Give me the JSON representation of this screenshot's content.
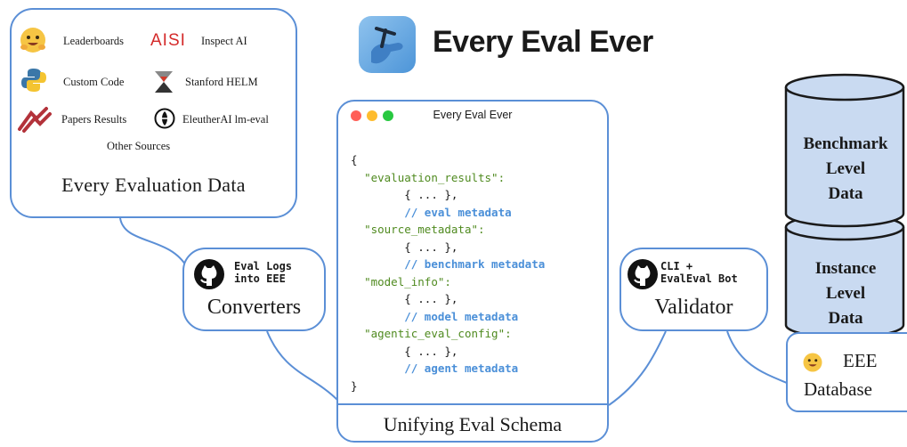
{
  "title": "Every Eval Ever",
  "sources": {
    "items": [
      "Leaderboards",
      "AISI",
      "Inspect AI",
      "Custom Code",
      "Stanford HELM",
      "Papers Results",
      "EleutherAI lm-eval",
      "Other Sources"
    ],
    "title": "Every Evaluation Data"
  },
  "converters": {
    "caption_line1": "Eval Logs",
    "caption_line2": "into EEE",
    "title": "Converters"
  },
  "validator": {
    "caption_line1": "CLI +",
    "caption_line2": "EvalEval Bot",
    "title": "Validator"
  },
  "schema": {
    "window_title": "Every Eval Ever",
    "open_brace": "{",
    "close_brace": "}",
    "placeholder": "{ ... },",
    "fields": [
      {
        "key": "\"evaluation_results\":",
        "comment": "// eval metadata"
      },
      {
        "key": "\"source_metadata\":",
        "comment": "// benchmark metadata"
      },
      {
        "key": "\"model_info\":",
        "comment": "// model metadata"
      },
      {
        "key": "\"agentic_eval_config\":",
        "comment": "// agent metadata"
      }
    ],
    "label": "Unifying Eval Schema"
  },
  "database": {
    "benchmark": [
      "Benchmark",
      "Level",
      "Data"
    ],
    "instance": [
      "Instance",
      "Level",
      "Data"
    ],
    "label_line1": "EEE",
    "label_line2": "Database"
  },
  "colors": {
    "accent": "#5b8fd6",
    "cylinder_fill": "#c9daf1",
    "code_key": "#4f8a1f",
    "code_comment": "#4a8fd8"
  }
}
